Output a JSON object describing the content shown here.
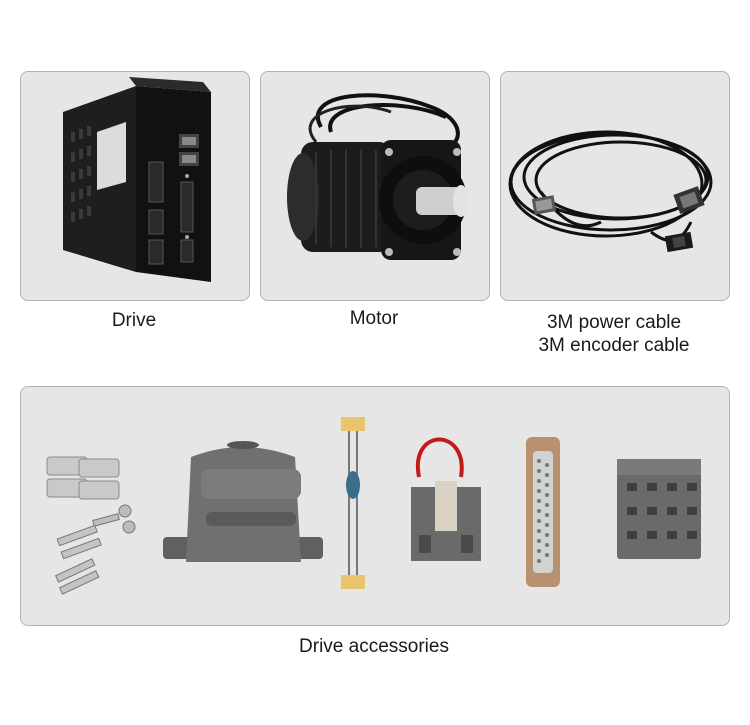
{
  "products": {
    "drive": {
      "caption": "Drive",
      "image": "servo-drive-photo"
    },
    "motor": {
      "caption": "Motor",
      "image": "servo-motor-photo"
    },
    "cables": {
      "caption_line1": "3M power cable",
      "caption_line2": "3M encoder cable",
      "image": "cable-set-photo"
    },
    "accessories": {
      "caption": "Drive accessories",
      "items": [
        "brackets-and-screws",
        "db25-hood",
        "resistor",
        "jumper-terminal",
        "db25-connector",
        "terminal-block"
      ]
    }
  },
  "colors": {
    "panel_bg": "#e6e6e6",
    "panel_border": "#b3b3b3",
    "caption_text": "#1a1a1a"
  }
}
